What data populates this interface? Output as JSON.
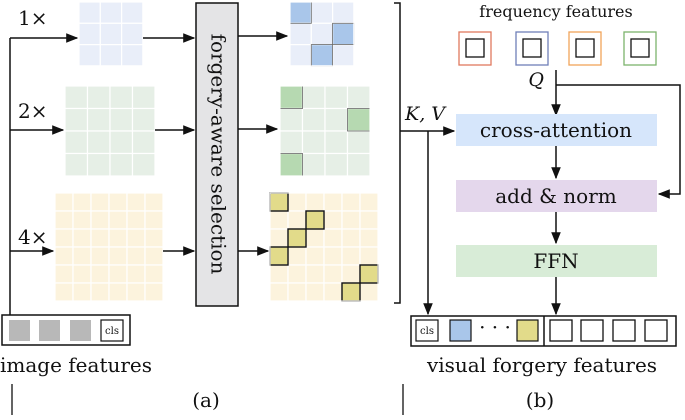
{
  "panel_a": {
    "scale_labels": [
      "1×",
      "2×",
      "4×"
    ],
    "selection_label": "forgery-aware selection",
    "image_features_label": "image features",
    "cls_label": "cls",
    "caption": "(a)"
  },
  "panel_b": {
    "frequency_label": "frequency features",
    "q_label": "Q",
    "kv_label": "K, V",
    "blocks": {
      "cross_attention": "cross-attention",
      "add_norm": "add & norm",
      "ffn": "FFN"
    },
    "cls_label": "cls",
    "dots": "· · ·",
    "output_label": "visual forgery features",
    "caption": "(b)"
  },
  "colors": {
    "blue_fill": "#e9eef9",
    "blue_sel": "#a9c6ea",
    "green_fill": "#e6efe6",
    "green_sel": "#b6d9b1",
    "yellow_fill": "#fcf3dd",
    "yellow_sel": "#e2db8a",
    "selection_bar": "#e4e4e6",
    "cross_attention": "#d6e6fb",
    "add_norm": "#e4d7ec",
    "ffn": "#d8ecd7",
    "freq_borders": [
      "#e07a5f",
      "#6f7fb8",
      "#f0a45a",
      "#7cb46c"
    ]
  }
}
